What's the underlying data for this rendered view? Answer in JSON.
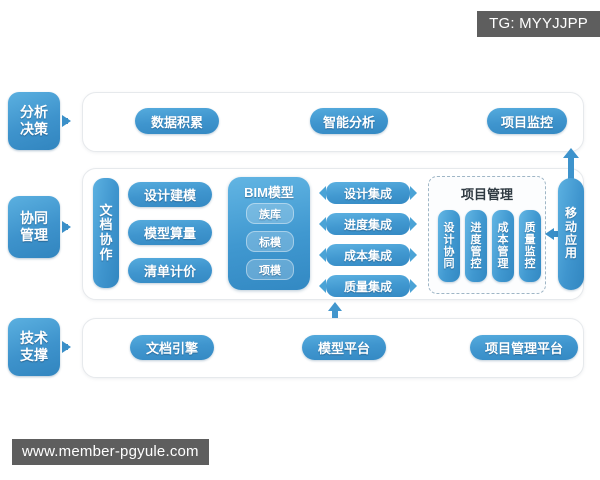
{
  "watermarks": {
    "tg_badge": "TG: MYYJJPP",
    "site_badge": "www.member-pgyule.com"
  },
  "diagram": {
    "type": "layered-architecture",
    "categories": [
      {
        "id": "analysis",
        "label_line1": "分析",
        "label_line2": "决策"
      },
      {
        "id": "collaboration",
        "label_line1": "协同",
        "label_line2": "管理"
      },
      {
        "id": "technical",
        "label_line1": "技术",
        "label_line2": "支撑"
      }
    ],
    "top_layer": {
      "items": [
        {
          "label": "数据积累"
        },
        {
          "label": "智能分析"
        },
        {
          "label": "项目监控"
        }
      ]
    },
    "middle_layer": {
      "doc_collaboration": {
        "chars": [
          "文",
          "档",
          "协",
          "作"
        ]
      },
      "left_items": [
        {
          "label": "设计建模"
        },
        {
          "label": "模型算量"
        },
        {
          "label": "清单计价"
        }
      ],
      "bim": {
        "title": "BIM模型",
        "subitems": [
          {
            "label": "族库"
          },
          {
            "label": "标模"
          },
          {
            "label": "项模"
          }
        ]
      },
      "integrations": [
        {
          "label": "设计集成"
        },
        {
          "label": "进度集成"
        },
        {
          "label": "成本集成"
        },
        {
          "label": "质量集成"
        }
      ],
      "project_management": {
        "title": "项目管理",
        "items": [
          {
            "chars": [
              "设",
              "计",
              "协",
              "同"
            ]
          },
          {
            "chars": [
              "进",
              "度",
              "管",
              "控"
            ]
          },
          {
            "chars": [
              "成",
              "本",
              "管",
              "理"
            ]
          },
          {
            "chars": [
              "质",
              "量",
              "监",
              "控"
            ]
          }
        ]
      },
      "mobile_app": {
        "chars": [
          "移",
          "动",
          "应",
          "用"
        ]
      }
    },
    "bottom_layer": {
      "items": [
        {
          "label": "文档引擎"
        },
        {
          "label": "模型平台"
        },
        {
          "label": "项目管理平台"
        }
      ]
    },
    "colors": {
      "pill_blue_light": "#5cb1e1",
      "pill_blue_dark": "#3489c3",
      "arrow_blue": "#3a8fc8",
      "panel_border": "#e6e9ec",
      "dashed_border": "#9fb6c6",
      "watermark_bg": "#5e5e5e",
      "background": "#ffffff"
    }
  }
}
